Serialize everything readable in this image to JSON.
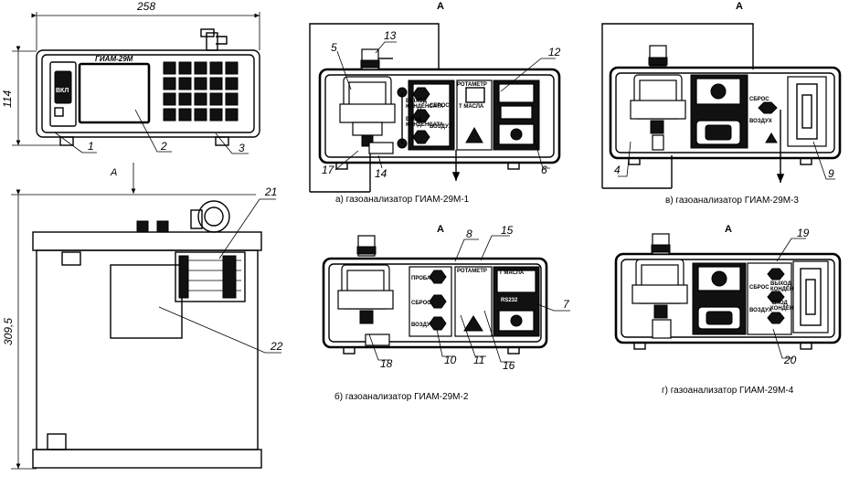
{
  "dimensions": {
    "width_mm": "258",
    "height_mm": "114",
    "depth_mm": "309,5"
  },
  "view_marker": "А",
  "device_name": "ГИАМ-29М",
  "front_labels": {
    "power": "ВКЛ"
  },
  "panel_labels": {
    "probe": "ПРОБА",
    "reset": "СБРОС",
    "air": "ВОЗДУХ",
    "rotameter": "РОТАМЕТР",
    "oil_temp": "Т МАСЛА",
    "rs232": "RS232",
    "condensate_out_1": "ВЫХОД",
    "condensate_out_2": "КОНДЕНСАТА",
    "condensate_in_1": "ВХОД",
    "condensate_in_2": "КОНДЕНСАТА"
  },
  "callouts": [
    "1",
    "2",
    "3",
    "4",
    "5",
    "6",
    "7",
    "8",
    "9",
    "10",
    "11",
    "12",
    "13",
    "14",
    "15",
    "16",
    "17",
    "18",
    "19",
    "20",
    "21",
    "22"
  ],
  "captions": {
    "a": "а) газоанализатор ГИАМ-29М-1",
    "b": "б) газоанализатор ГИАМ-29М-2",
    "v": "в) газоанализатор ГИАМ-29М-3",
    "g": "г) газоанализатор ГИАМ-29М-4"
  }
}
